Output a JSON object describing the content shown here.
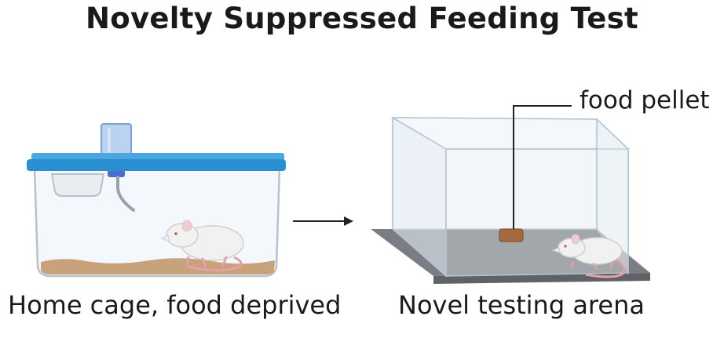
{
  "title": "Novelty Suppressed Feeding Test",
  "left_panel": {
    "caption": "Home cage, food deprived"
  },
  "right_panel": {
    "caption": "Novel testing arena",
    "pellet_label": "food pellet"
  },
  "colors": {
    "cage_lid": "#2a8fd0",
    "bedding": "#c7a27a",
    "arena_floor": "#7a7e84",
    "pellet": "#a36a3f",
    "rat_body": "#f1f1f1",
    "rat_tail": "#e6a0a8"
  }
}
